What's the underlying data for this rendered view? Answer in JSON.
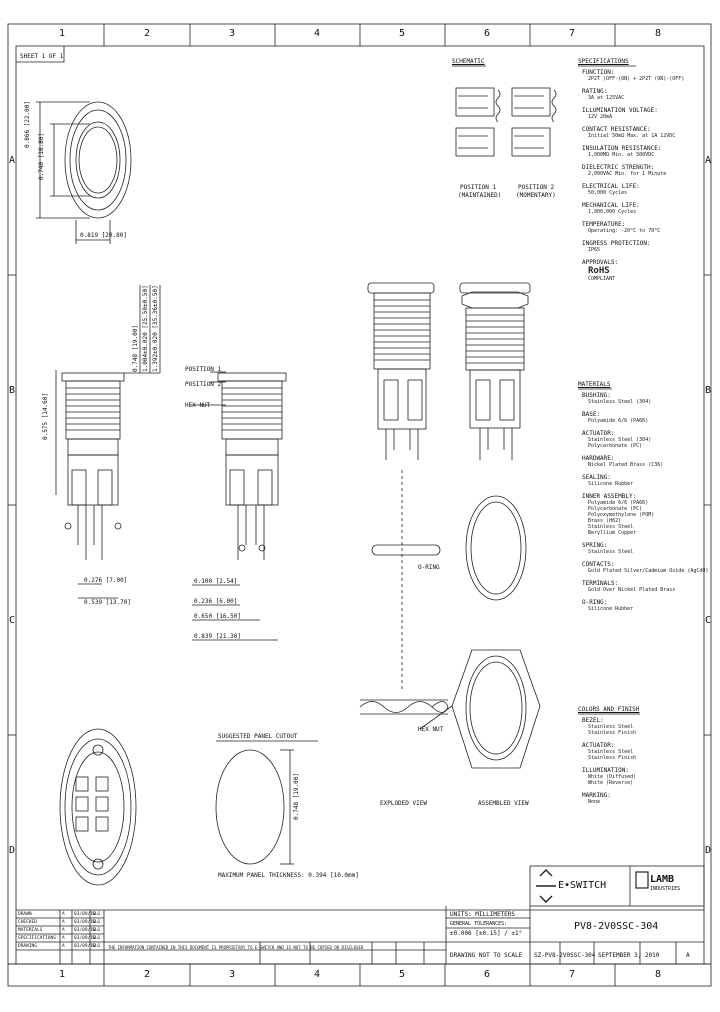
{
  "frame": {
    "columns": [
      "1",
      "2",
      "3",
      "4",
      "5",
      "6",
      "7",
      "8"
    ],
    "rows": [
      "A",
      "B",
      "C",
      "D"
    ],
    "sheet": "SHEET 1 OF 1"
  },
  "schematic": {
    "title": "SCHEMATIC",
    "pos1": [
      "POSITION 1",
      "(MAINTAINED)"
    ],
    "pos2": [
      "POSITION 2",
      "(MOMENTARY)"
    ]
  },
  "specifications": {
    "title": "SPECIFICATIONS",
    "items": [
      {
        "label": "FUNCTION:",
        "values": [
          "2P2T (OFF-(ON) + 2P2T (ON)-(OFF)"
        ]
      },
      {
        "label": "RATING:",
        "values": [
          "3A at 125VAC"
        ]
      },
      {
        "label": "ILLUMINATION VOLTAGE:",
        "values": [
          "12V 20mA"
        ]
      },
      {
        "label": "CONTACT RESISTANCE:",
        "values": [
          "Initial 50mΩ Max. at 1A 12VDC"
        ]
      },
      {
        "label": "INSULATION RESISTANCE:",
        "values": [
          "1,000MΩ Min. at 500VDC"
        ]
      },
      {
        "label": "DIELECTRIC STRENGTH:",
        "values": [
          "2,000VAC Min. for 1 Minute"
        ]
      },
      {
        "label": "ELECTRICAL LIFE:",
        "values": [
          "50,000 Cycles"
        ]
      },
      {
        "label": "MECHANICAL LIFE:",
        "values": [
          "1,000,000 Cycles"
        ]
      },
      {
        "label": "TEMPERATURE:",
        "values": [
          "Operating: -20°C to 70°C"
        ]
      },
      {
        "label": "INGRESS PROTECTION:",
        "values": [
          "IP65"
        ]
      },
      {
        "label": "APPROVALS:",
        "values": [
          "RoHS",
          "COMPLIANT"
        ]
      }
    ]
  },
  "materials": {
    "title": "MATERIALS",
    "items": [
      {
        "label": "BUSHING:",
        "values": [
          "Stainless Steel (304)"
        ]
      },
      {
        "label": "BASE:",
        "values": [
          "Polyamide 6/6 (PA66)"
        ]
      },
      {
        "label": "ACTUATOR:",
        "values": [
          "Stainless Steel (304)",
          "Polycarbonate (PC)"
        ]
      },
      {
        "label": "HARDWARE:",
        "values": [
          "Nickel Plated Brass (C36)"
        ]
      },
      {
        "label": "SEALING:",
        "values": [
          "Silicone Rubber"
        ]
      },
      {
        "label": "INNER ASSEMBLY:",
        "values": [
          "Polyamide 6/6 (PA66)",
          "Polycarbonate (PC)",
          "Polyoxymethylene (POM)",
          "Brass (H62)",
          "Stainless Steel",
          "Beryllium Copper"
        ]
      },
      {
        "label": "SPRING:",
        "values": [
          "Stainless Steel"
        ]
      },
      {
        "label": "CONTACTS:",
        "values": [
          "Gold Plated Silver/Cadmium Oxide (AgCdO)"
        ]
      },
      {
        "label": "TERMINALS:",
        "values": [
          "Gold Over Nickel Plated Brass"
        ]
      },
      {
        "label": "O-RING:",
        "values": [
          "Silicone Rubber"
        ]
      }
    ]
  },
  "colors_finish": {
    "title": "COLORS AND FINISH",
    "items": [
      {
        "label": "BEZEL:",
        "values": [
          "Stainless Steel",
          "Stainless Finish"
        ]
      },
      {
        "label": "ACTUATOR:",
        "values": [
          "Stainless Steel",
          "Stainless Finish"
        ]
      },
      {
        "label": "ILLUMINATION:",
        "values": [
          "White (Diffused)",
          "White (Reverse)"
        ]
      },
      {
        "label": "MARKING:",
        "values": [
          "None"
        ]
      }
    ]
  },
  "views": {
    "exploded": "EXPLODED VIEW",
    "assembled": "ASSEMBLED VIEW",
    "oring": "O-RING",
    "hexnut": "HEX NUT",
    "hexnut2": "HEX NUT",
    "position1": "POSITION 1",
    "position2": "POSITION 2"
  },
  "panel_cutout": {
    "title": "SUGGESTED PANEL CUTOUT",
    "dim": "0.748 [19.00]",
    "note": "MAXIMUM PANEL THICKNESS: 0.394 [10.0mm]"
  },
  "dimensions": {
    "front_d1": "0.866 [22.00]",
    "front_d2": "0.740 [18.80]",
    "front_bottom": "0.819 [20.80]",
    "side_h1": "0.748 [19.00]",
    "side_h2": "1.004±0.020 [25.50±0.50]",
    "side_h3": "1.392±0.020 [35.36±0.50]",
    "side_left": "0.575 [14.60]",
    "bot1": "0.276 [7.00]",
    "bot2": "0.539 [13.70]",
    "r_bot1": "0.100 [2.54]",
    "r_bot2": "0.236 [6.00]",
    "r_bot3": "0.650 [16.50]",
    "r_bot4": "0.839 [21.30]"
  },
  "title_block": {
    "logo_eswitch": "E•SWITCH",
    "logo_lamb": "LAMB",
    "logo_lamb_sub": "INDUSTRIES",
    "part_no": "PV8-2V0SSC-304",
    "units_label": "UNITS: MILLIMETERS",
    "tolerance_label": "GENERAL TOLERANCES:",
    "tolerance": "±0.006 [±0.15] / ±1°",
    "scale_note": "DRAWING NOT TO SCALE",
    "drawing_no": "SZ-PV8-2V0SSC-304",
    "date": "SEPTEMBER 3, 2010",
    "rev": "A",
    "revisions": [
      {
        "label": "DRAWN",
        "rev": "A",
        "date": "03/09/10",
        "by": "SLG"
      },
      {
        "label": "CHECKED",
        "rev": "A",
        "date": "03/09/10",
        "by": "SLG"
      },
      {
        "label": "MATERIALS",
        "rev": "A",
        "date": "03/09/10",
        "by": "SLG"
      },
      {
        "label": "SPECIFICATIONS",
        "rev": "A",
        "date": "03/09/10",
        "by": "SLG"
      },
      {
        "label": "DRAWING",
        "rev": "A",
        "date": "03/09/10",
        "by": "SLG"
      }
    ],
    "proprietary": "THE INFORMATION CONTAINED IN THIS DOCUMENT IS PROPRIETARY TO E-SWITCH AND IS NOT TO BE COPIED OR DISCLOSED"
  }
}
